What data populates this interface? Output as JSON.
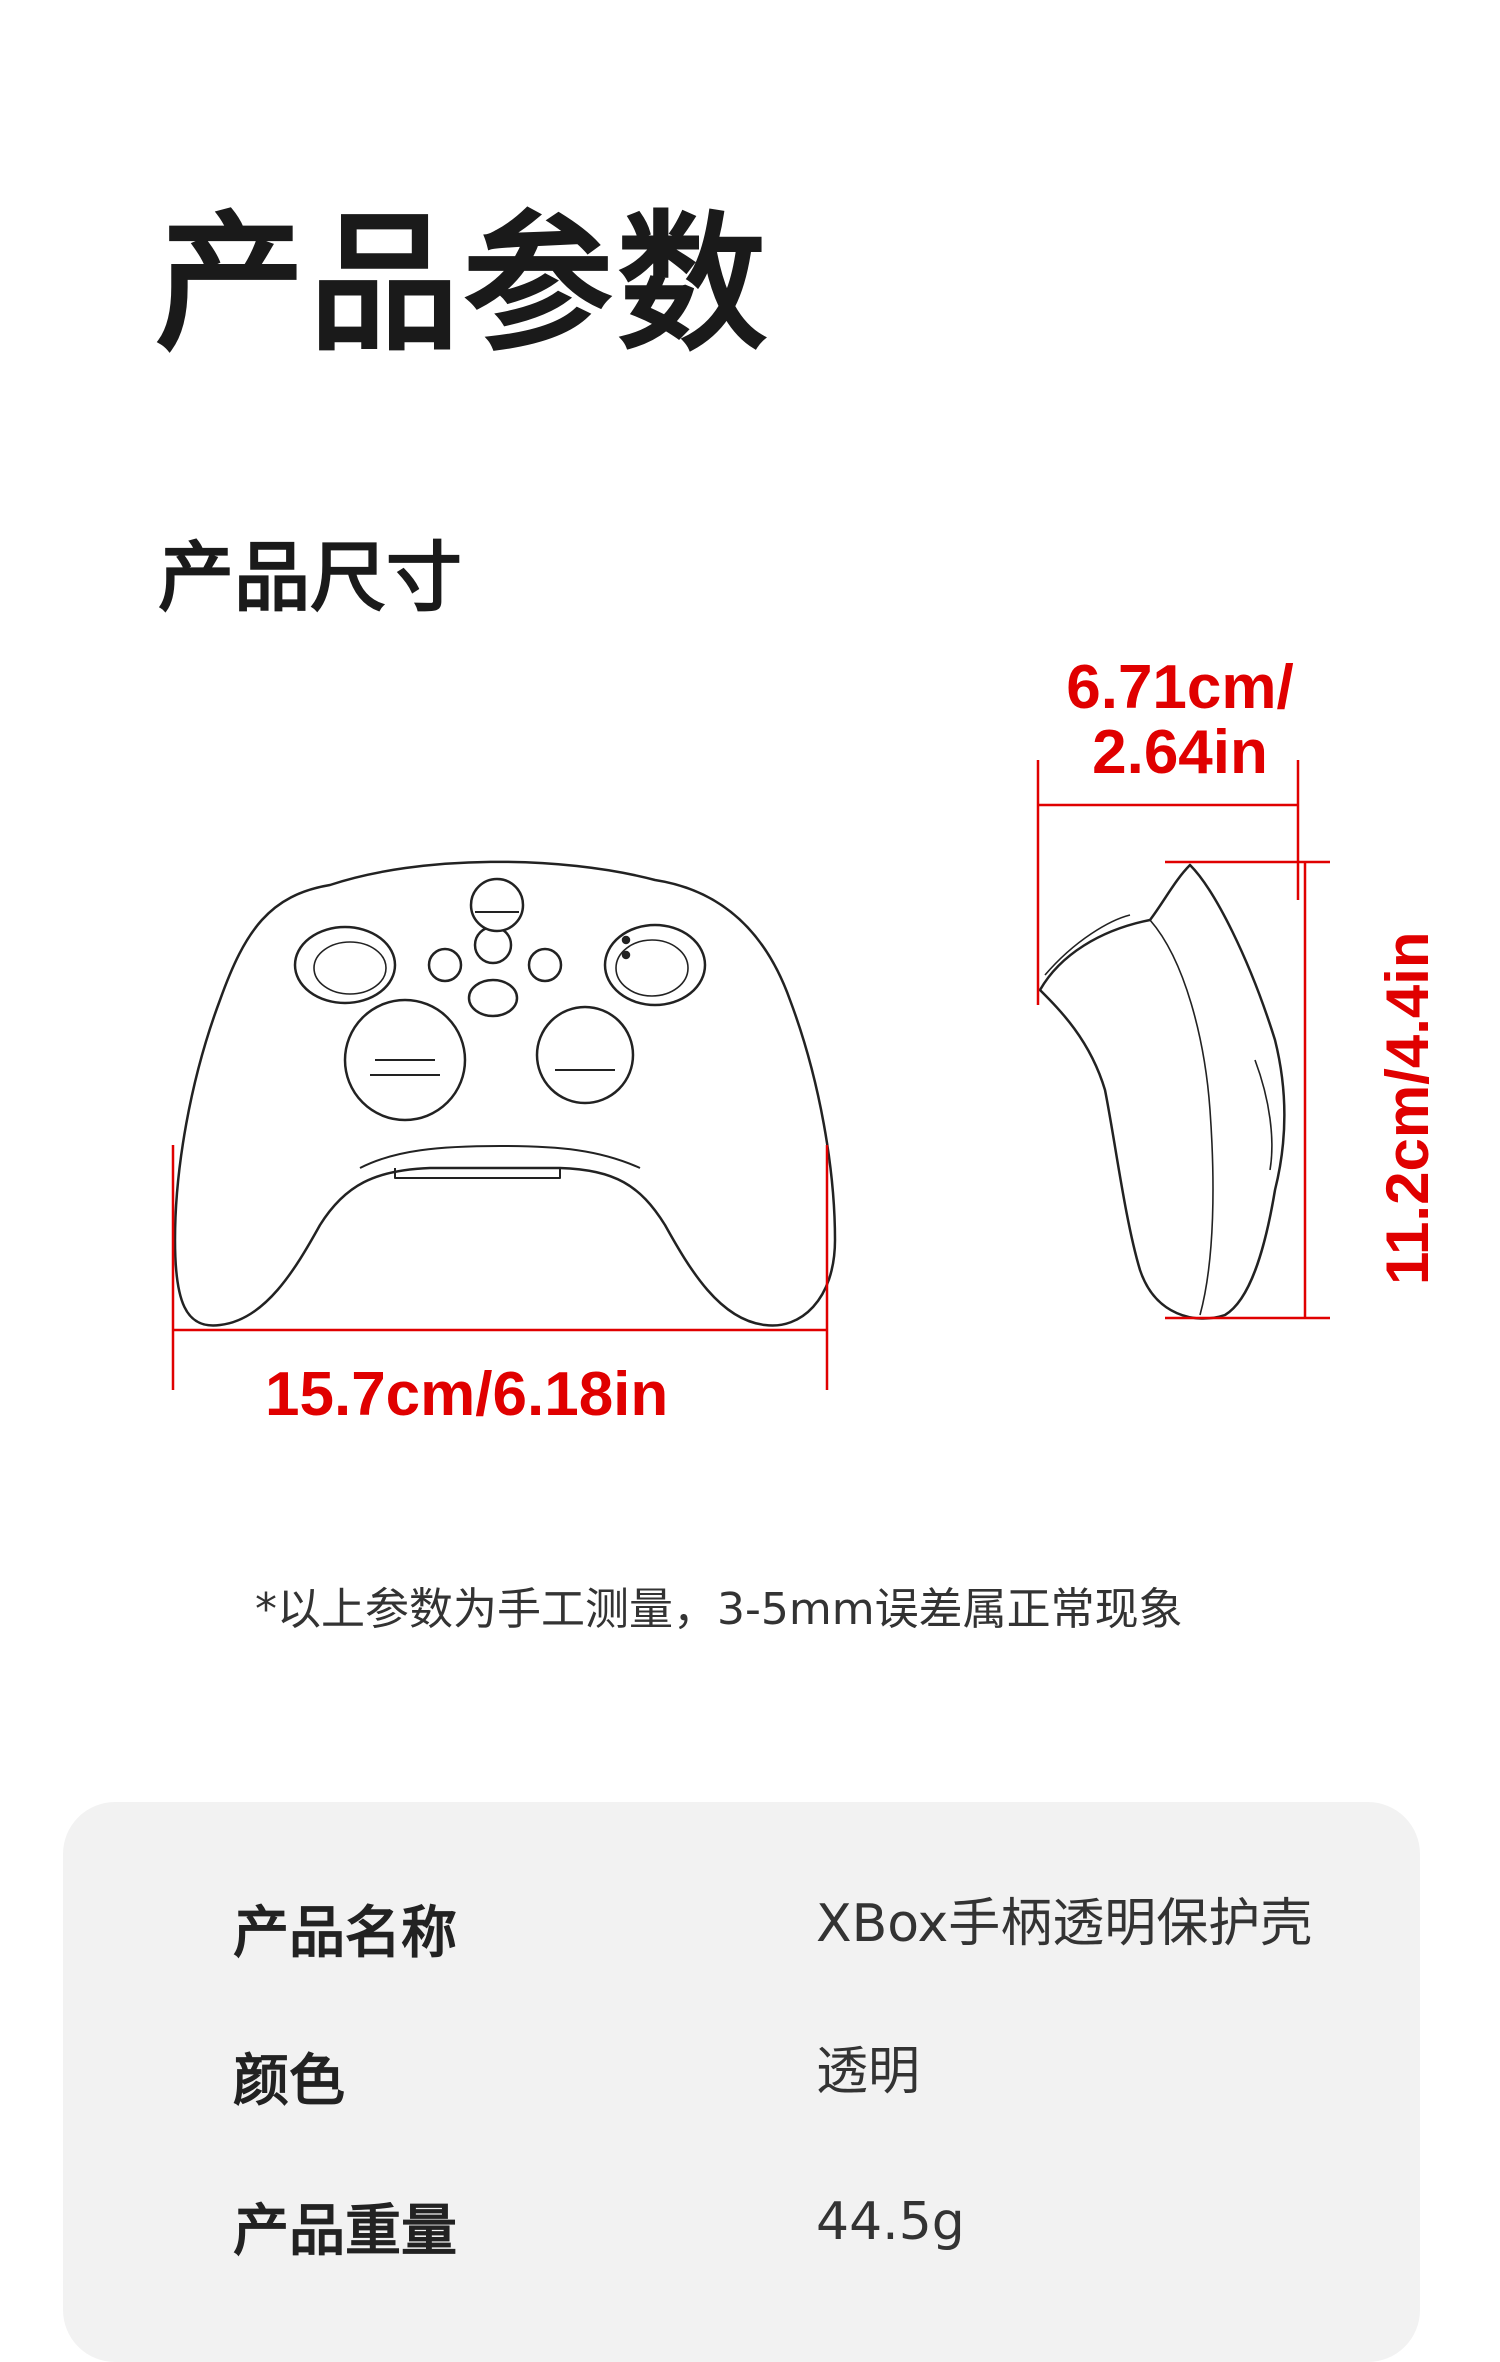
{
  "header": {
    "title": "产品参数"
  },
  "dimensions": {
    "section_title": "产品尺寸",
    "width_label": "15.7cm/6.18in",
    "depth_label_line1": "6.71cm/",
    "depth_label_line2": "2.64in",
    "height_label": "11.2cm/4.4in",
    "note": "*以上参数为手工测量，3-5mm误差属正常现象",
    "accent_color": "#e00000"
  },
  "specs": {
    "rows": [
      {
        "label": "产品名称",
        "value": "XBox手柄透明保护壳"
      },
      {
        "label": "颜色",
        "value": "透明"
      },
      {
        "label": "产品重量",
        "value": "44.5g"
      }
    ]
  }
}
